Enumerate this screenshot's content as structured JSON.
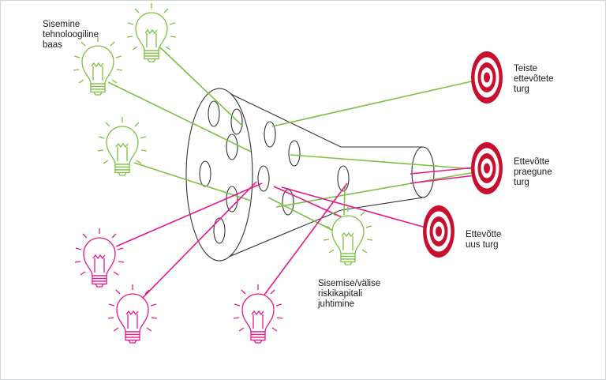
{
  "labels": {
    "internal_tech_base": "Sisemine\ntehnoloogiline\nbaas",
    "venture_management": "Sisemise/välise\nriskikapitali\njuhtimine",
    "other_firms_market": "Teiste\nettevõtete\nturg",
    "current_market": "Ettevõtte\npraegune\nturg",
    "new_market": "Ettevõtte\nuus turg"
  },
  "colors": {
    "green": "#7dc142",
    "pink": "#e5198c",
    "target_red": "#c8102e",
    "funnel_outline": "#333333",
    "frame": "#cfd6dc"
  },
  "icons": {
    "idea": "lightbulb-icon",
    "market": "target-icon"
  }
}
